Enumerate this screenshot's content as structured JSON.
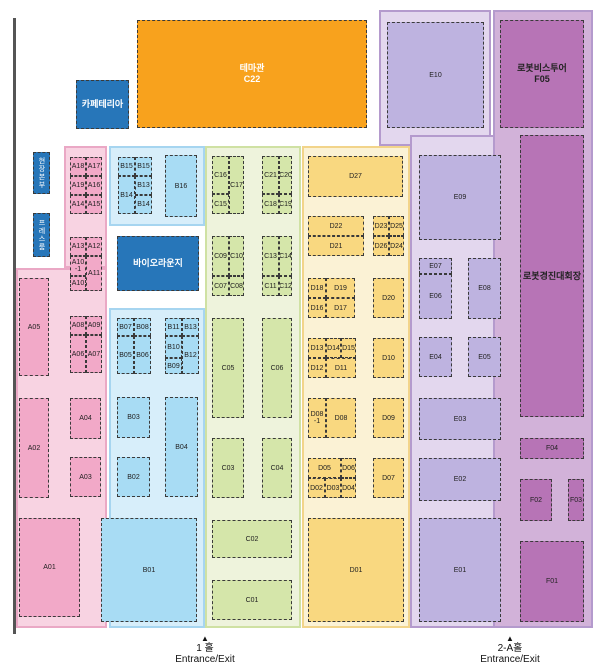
{
  "colors": {
    "pink_zone": "#f8d3e2",
    "pink_border": "#eaa8c5",
    "pink_booth": "#f2a9c8",
    "blue_zone": "#d7eefa",
    "blue_border": "#a6d5f0",
    "blue_booth": "#a8dcf4",
    "green_zone": "#eef3dc",
    "green_border": "#cfe1a3",
    "green_booth": "#d5e6aa",
    "yellow_zone": "#fbf2d5",
    "yellow_border": "#f2d48a",
    "yellow_booth": "#f9d880",
    "lilac_zone": "#e3d7ee",
    "lilac_border": "#b49acd",
    "lilac_booth": "#beb3e0",
    "purple_zone": "#d2b2d9",
    "purple_booth": "#b774b6",
    "orange_booth": "#f8a21d",
    "navy_booth": "#2776b9"
  },
  "booths": {
    "C22": "테마관\nC22",
    "CAFE": "카페테리아",
    "BIO": "바이오라운지",
    "HQ": "현장본부",
    "PRESS": "프레스룸",
    "F05": "로봇비스투어\nF05",
    "ROBOT": "로봇경진대회장",
    "A18": "A18",
    "A17": "A17",
    "A19": "A19",
    "A16": "A16",
    "A14": "A14",
    "A15": "A15",
    "A13": "A13",
    "A12": "A12",
    "A10-1": "A10\n-1",
    "A11": "A11",
    "A10": "A10",
    "A05": "A05",
    "A08": "A08",
    "A09": "A09",
    "A06": "A06",
    "A07": "A07",
    "A04": "A04",
    "A03": "A03",
    "A02": "A02",
    "A01": "A01",
    "B15a": "B15",
    "B15b": "B15",
    "B14a": "B14",
    "B13a": "B13",
    "B14b": "B14",
    "B16": "B16",
    "B07": "B07",
    "B08": "B08",
    "B05": "B05",
    "B06": "B06",
    "B11": "B11",
    "B13": "B13",
    "B10": "B10",
    "B12": "B12",
    "B09": "B09",
    "B03": "B03",
    "B04": "B04",
    "B02": "B02",
    "B01": "B01",
    "C16": "C16",
    "C17": "C17",
    "C15": "C15",
    "C21": "C21",
    "C20": "C20",
    "C18": "C18",
    "C19": "C19",
    "C09": "C09",
    "C10": "C10",
    "C07": "C07",
    "C08": "C08",
    "C13": "C13",
    "C14": "C14",
    "C11": "C11",
    "C12": "C12",
    "C05": "C05",
    "C06": "C06",
    "C03": "C03",
    "C04": "C04",
    "C02": "C02",
    "C01": "C01",
    "D27": "D27",
    "D22": "D22",
    "D21": "D21",
    "D23": "D23",
    "D25": "D25",
    "D26": "D26",
    "D24": "D24",
    "D18": "D18",
    "D19": "D19",
    "D16": "D16",
    "D17": "D17",
    "D20": "D20",
    "D13": "D13",
    "D14": "D14",
    "D15": "D15",
    "D12": "D12",
    "D11": "D11",
    "D10": "D10",
    "D08-1": "D08\n-1",
    "D08": "D08",
    "D09": "D09",
    "D05": "D05",
    "D06": "D06",
    "D02": "D02",
    "D03": "D03",
    "D04": "D04",
    "D07": "D07",
    "D01": "D01",
    "E10": "E10",
    "E09": "E09",
    "E07": "E07",
    "E06": "E06",
    "E08": "E08",
    "E04": "E04",
    "E05": "E05",
    "E03": "E03",
    "E02": "E02",
    "E01": "E01",
    "F04": "F04",
    "F02": "F02",
    "F03": "F03",
    "F01": "F01"
  },
  "entrances": {
    "hall1_name": "1 홀",
    "hall1_label": "Entrance/Exit",
    "hall2a_name": "2-A홀",
    "hall2a_label": "Entrance/Exit",
    "arrow": "▲"
  }
}
